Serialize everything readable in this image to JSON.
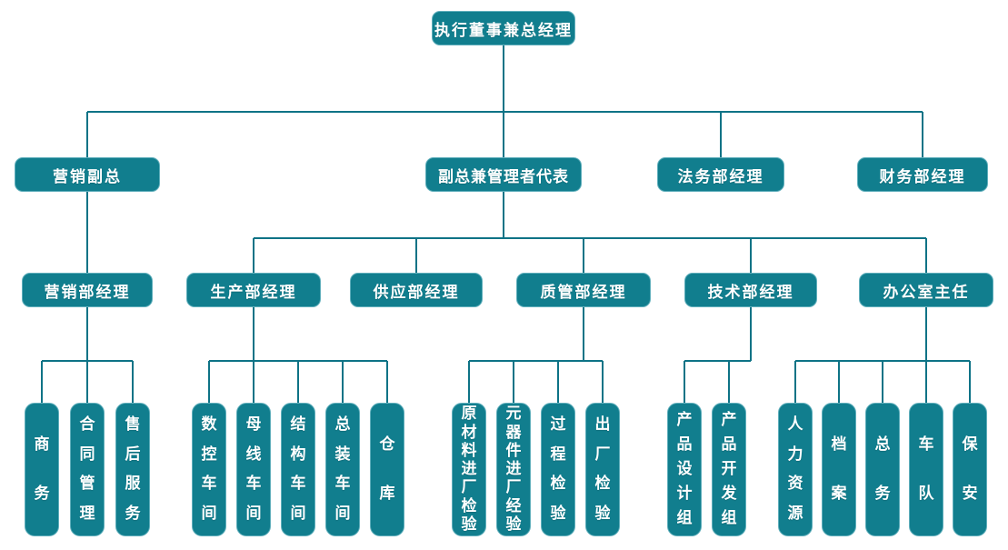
{
  "nodes": {
    "l1": "执行董事兼总经理",
    "l2": [
      "营销副总",
      "副总兼管理者代表",
      "法务部经理",
      "财务部经理"
    ],
    "l3": [
      "营销部经理",
      "生产部经理",
      "供应部经理",
      "质管部经理",
      "技术部经理",
      "办公室主任"
    ],
    "l4": {
      "marketing": [
        "商务",
        "合同管理",
        "售后服务"
      ],
      "production": [
        "数控车间",
        "母线车间",
        "结构车间",
        "总装车间",
        "仓库"
      ],
      "quality": [
        "原材料进厂检验",
        "元器件进厂经验",
        "过程检验",
        "出厂检验"
      ],
      "technology": [
        "产品设计组",
        "产品开发组"
      ],
      "office": [
        "人力资源",
        "档案",
        "总务",
        "车队",
        "保安"
      ]
    }
  },
  "colors": {
    "box_fill": "#117E8E",
    "box_border": "#5FAEBB",
    "connector_line": "#0E7386",
    "text": "#FFFFFF",
    "background": "#FFFFFF"
  }
}
